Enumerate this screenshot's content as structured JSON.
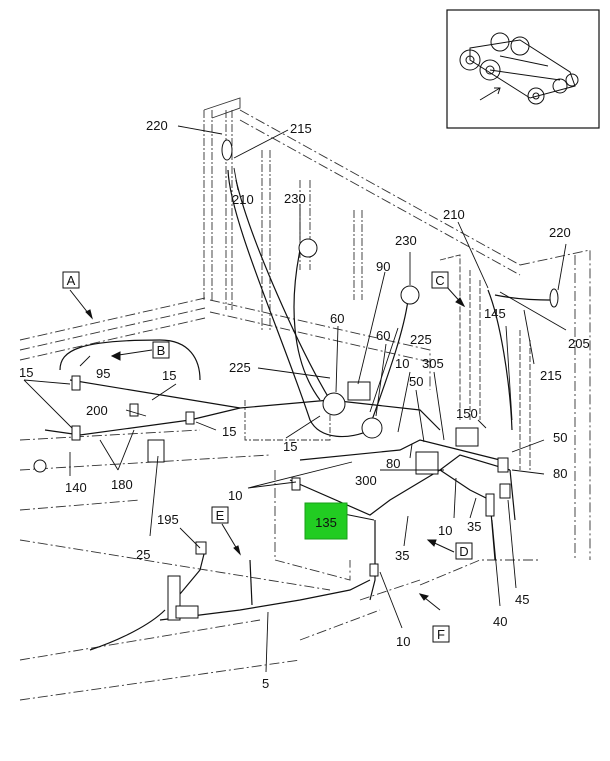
{
  "callouts": {
    "c220a": "220",
    "c215a": "215",
    "c210a": "210",
    "c230a": "230",
    "c210b": "210",
    "c220b": "220",
    "c90": "90",
    "c230b": "230",
    "c60a": "60",
    "c60b": "60",
    "c145": "145",
    "c205": "205",
    "c215b": "215",
    "c225a": "225",
    "c225b": "225",
    "c10a": "10",
    "c305": "305",
    "c50a": "50",
    "c15a": "15",
    "c15b": "15",
    "c95": "95",
    "c200": "200",
    "c15c": "15",
    "c15d": "15",
    "c150": "150",
    "c50b": "50",
    "c80a": "80",
    "c80b": "80",
    "c300": "300",
    "c140": "140",
    "c180": "180",
    "c10b": "10",
    "c195": "195",
    "c10c": "10",
    "c35a": "35",
    "c35b": "35",
    "c25": "25",
    "c45": "45",
    "c40": "40",
    "c10d": "10",
    "c5": "5"
  },
  "view_letters": {
    "A": "A",
    "B": "B",
    "C": "C",
    "D": "D",
    "E": "E",
    "F": "F"
  },
  "highlight": {
    "label": "135",
    "color": "#22cc22"
  }
}
